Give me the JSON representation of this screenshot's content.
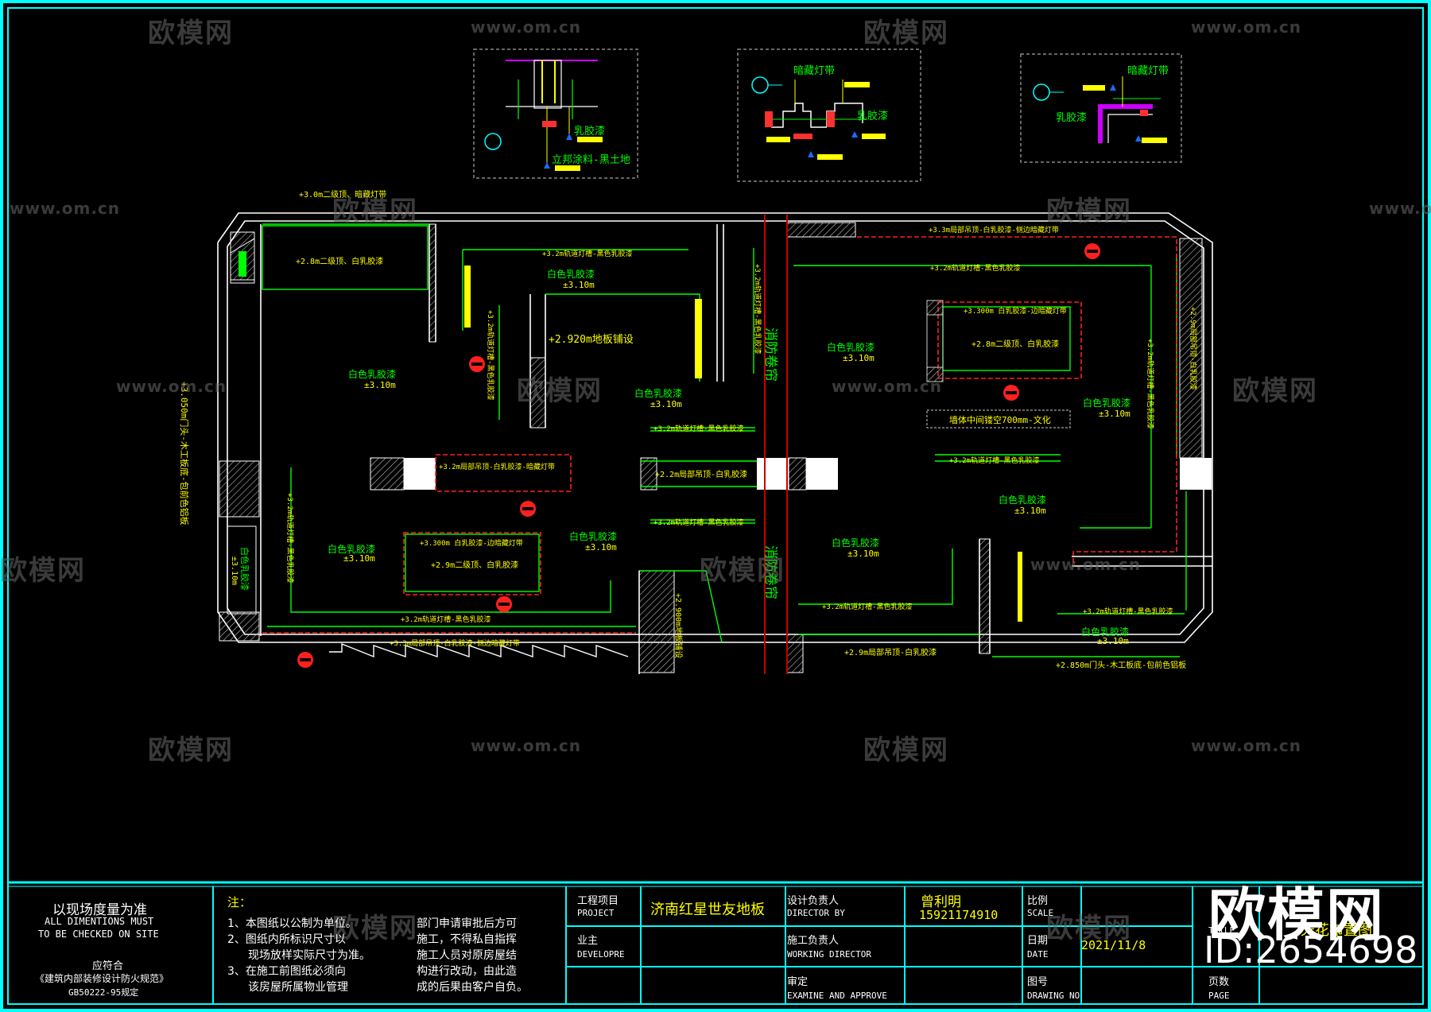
{
  "colors": {
    "frame": "#00ffff",
    "wall": "#ffffff",
    "ceiling": "#00ff00",
    "label": "#ffff00",
    "fire": "#ff0000",
    "divider": "#c80000",
    "watermark": "#6b6b6b"
  },
  "watermark": {
    "logo": "欧模网",
    "url": "www.om.cn",
    "mark": "欧模网",
    "id": "ID:2654698"
  },
  "details": [
    {
      "labels": [
        "乳胶漆",
        "立邦涂料-黑土地"
      ]
    },
    {
      "labels": [
        "暗藏灯带",
        "乳胶漆"
      ]
    },
    {
      "labels": [
        "暗藏灯带",
        "乳胶漆"
      ]
    }
  ],
  "plan": {
    "labels": {
      "top_left_header": "+3.0m二级顶、暗藏灯带",
      "left_box": "+2.8m二级顶、白乳胶漆",
      "left_vertical": "+3.050m门头-木工板底-包前色铝板",
      "track1": "+3.2m轨道灯槽-黑色乳胶漆",
      "latex_c1": "白色乳胶漆",
      "elev_c1": "±3.10m",
      "floor": "+2.920m地板铺设",
      "track_vert1": "+3.2m轨道灯槽-黑色乳胶漆",
      "latex_l": "白色乳胶漆",
      "elev_l": "±3.10m",
      "latex_c2": "白色乳胶漆",
      "elev_c2": "±3.10m",
      "track2": "+3.2m轨道灯槽-黑色乳胶漆",
      "hanging1": "+3.2m局部吊顶-白乳胶漆-暗藏灯带",
      "hanging2": "+2.2m局部吊顶-白乳胶漆",
      "track3": "+3.2m轨道灯槽-黑色乳胶漆",
      "latex_sl": "白色乳胶漆",
      "elev_sl": "±3.10m",
      "box_bottom_top": "+3.300m 白乳胶漆-边暗藏灯带",
      "box_bottom": "+2.9m二级顶、白乳胶漆",
      "latex_sc": "白色乳胶漆",
      "elev_sc": "±3.10m",
      "track_bottom": "+3.2m轨道灯槽-黑色乳胶漆",
      "bottom_hanging": "+3.3m局部吊顶-白乳胶漆-侧边暗藏灯带",
      "track_vert_left": "+3.2m轨道灯槽-黑色乳胶漆",
      "latex_lc": "白色乳胶漆",
      "elev_lc": "±3.10m",
      "floor2": "+2.900m地板铺设",
      "fire1": "消防卷帘",
      "fire2": "消防卷帘",
      "track_vert_mid": "+3.2m轨道灯槽-黑色乳胶漆",
      "right_top": "+3.3m局部吊顶-白乳胶漆-侧边暗藏灯带",
      "right_track1": "+3.2m轨道灯槽-黑色乳胶漆",
      "latex_r1": "白色乳胶漆",
      "elev_r1": "±3.10m",
      "box_right_top": "+3.300m 白乳胶漆-边暗藏灯带",
      "box_right": "+2.8m二级顶、白乳胶漆",
      "void": "墙体中间镂空700mm-文化",
      "right_track2": "+3.2m轨道灯槽-黑色乳胶漆",
      "latex_r2": "白色乳胶漆",
      "elev_r2": "±3.10m",
      "latex_r3": "白色乳胶漆",
      "elev_r3": "±3.10m",
      "latex_r4": "白色乳胶漆",
      "elev_r4": "±3.10m",
      "right_track3": "+3.2m轨道灯槽-黑色乳胶漆",
      "right_hanging": "+2.9m局部吊顶-白乳胶漆",
      "right_vert": "+3.2m轨道灯槽-黑色乳胶漆",
      "right_vert2": "+2.9m局部吊顶-白乳胶漆",
      "right_track4": "+3.2m轨道灯槽-黑色乳胶漆",
      "latex_r5": "白色乳胶漆",
      "elev_r5": "±3.10m",
      "right_bottom": "+2.850m门头-木工板底-包前色铝板"
    }
  },
  "title_block": {
    "onsite_cn": "以现场度量为准",
    "onsite_en1": "ALL DIMENTIONS MUST",
    "onsite_en2": "TO BE CHECKED ON SITE",
    "comply": "应符合",
    "code_name": "《建筑内部装修设计防火规范》",
    "code_no": "GB50222-95规定",
    "notes_title": "注：",
    "notes": [
      "1、本图纸以公制为单位。",
      "2、图纸内所标识尺寸以",
      "现场放样实际尺寸为准。",
      "3、在施工前图纸必须向",
      "该房屋所属物业管理"
    ],
    "notes2": [
      "部门申请审批后方可",
      "施工，不得私自指挥",
      "施工人员对原房屋结",
      "构进行改动，由此造",
      "成的后果由客户自负。"
    ],
    "project_cn": "工程项目",
    "project_en": "PROJECT",
    "project_value": "济南红星世友地板",
    "owner_cn": "业主",
    "owner_en": "DEVELOPRE",
    "designer_cn": "设计负责人",
    "designer_en": "DIRECTOR BY",
    "designer_value": "曾利明",
    "designer_phone": "15921174910",
    "construct_cn": "施工负责人",
    "construct_en": "WORKING DIRECTOR",
    "approve_cn": "审定",
    "approve_en": "EXAMINE AND APPROVE",
    "scale_cn": "比例",
    "scale_en": "SCALE",
    "date_cn": "日期",
    "date_en": "DATE",
    "date_value": "2021/11/8",
    "drawno_cn": "图号",
    "drawno_en": "DRAWING NO",
    "title_en": "TITLE",
    "title_value": "天花布置图",
    "page_cn": "页数",
    "page_en": "PAGE"
  }
}
